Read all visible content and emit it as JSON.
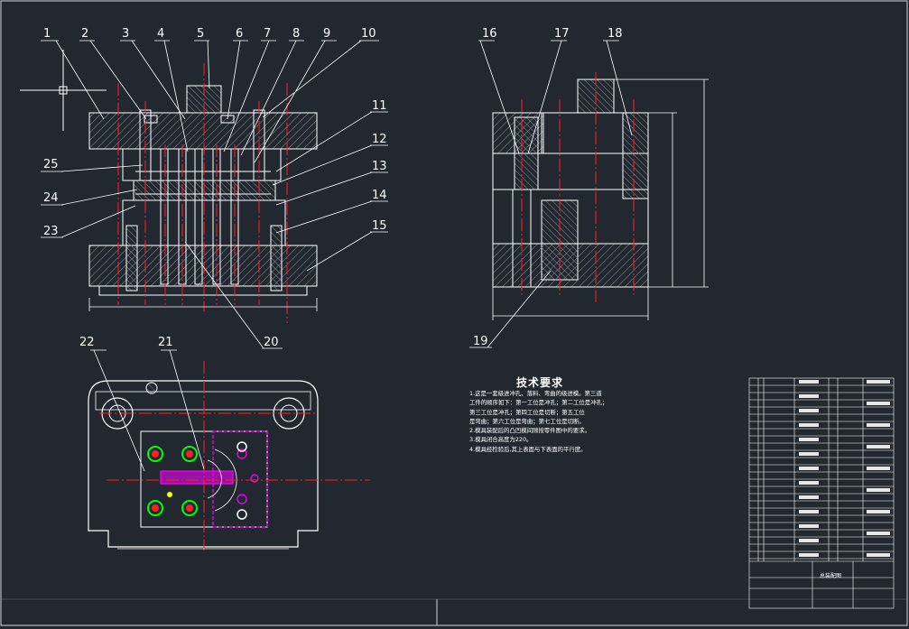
{
  "callouts": {
    "top": [
      {
        "n": "1"
      },
      {
        "n": "2"
      },
      {
        "n": "3"
      },
      {
        "n": "4"
      },
      {
        "n": "5"
      },
      {
        "n": "6"
      },
      {
        "n": "7"
      },
      {
        "n": "8"
      },
      {
        "n": "9"
      },
      {
        "n": "10"
      }
    ],
    "right": [
      {
        "n": "11"
      },
      {
        "n": "12"
      },
      {
        "n": "13"
      },
      {
        "n": "14"
      },
      {
        "n": "15"
      }
    ],
    "left": [
      {
        "n": "25"
      },
      {
        "n": "24"
      },
      {
        "n": "23"
      }
    ],
    "bottom": [
      {
        "n": "20"
      },
      {
        "n": "19"
      }
    ],
    "side_view": [
      {
        "n": "16"
      },
      {
        "n": "17"
      },
      {
        "n": "18"
      }
    ],
    "plan_view": [
      {
        "n": "22"
      },
      {
        "n": "21"
      }
    ]
  },
  "technical_requirements": {
    "title": "技术要求",
    "lines": [
      "1.这是一套级进冲孔、落料、弯曲的级进模。第三道",
      "工件的顺序如下：第一工位是冲孔；第二工位是冲孔；",
      "第三工位是冲孔；第四工位是切断；第五工位",
      "是弯曲；第六工位是弯曲；第七工位是切断。",
      "2.模具装配后的凸凹模间隙按零件图中的要求。",
      "3.模具闭合高度为220。",
      "4.模具经检验后,其上表面与下表面的平行度。"
    ]
  },
  "title_block": {
    "title": "总装配图"
  },
  "colors": {
    "background": "#212830",
    "outline": "#ffffff",
    "centerline": "#ff2020",
    "highlight": "#ff00ff",
    "fastener": "#00ff00",
    "yellow": "#ffff00"
  }
}
